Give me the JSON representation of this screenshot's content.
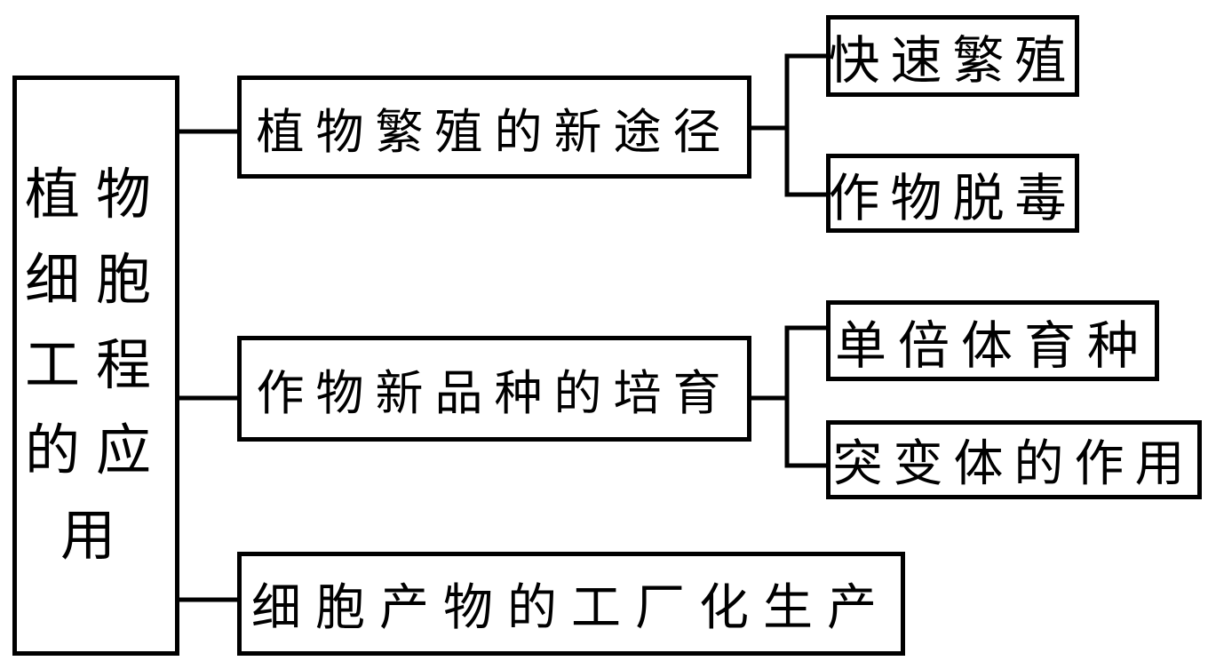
{
  "diagram": {
    "root": {
      "label": "植物细胞工程的应用"
    },
    "branches": [
      {
        "label": "植物繁殖的新途径",
        "children": [
          {
            "label": "快速繁殖"
          },
          {
            "label": "作物脱毒"
          }
        ]
      },
      {
        "label": "作物新品种的培育",
        "children": [
          {
            "label": "单倍体育种"
          },
          {
            "label": "突变体的作用"
          }
        ]
      },
      {
        "label": "细胞产物的工厂化生产",
        "children": []
      }
    ],
    "colors": {
      "line": "#000000",
      "background": "#ffffff",
      "text": "#000000"
    }
  }
}
